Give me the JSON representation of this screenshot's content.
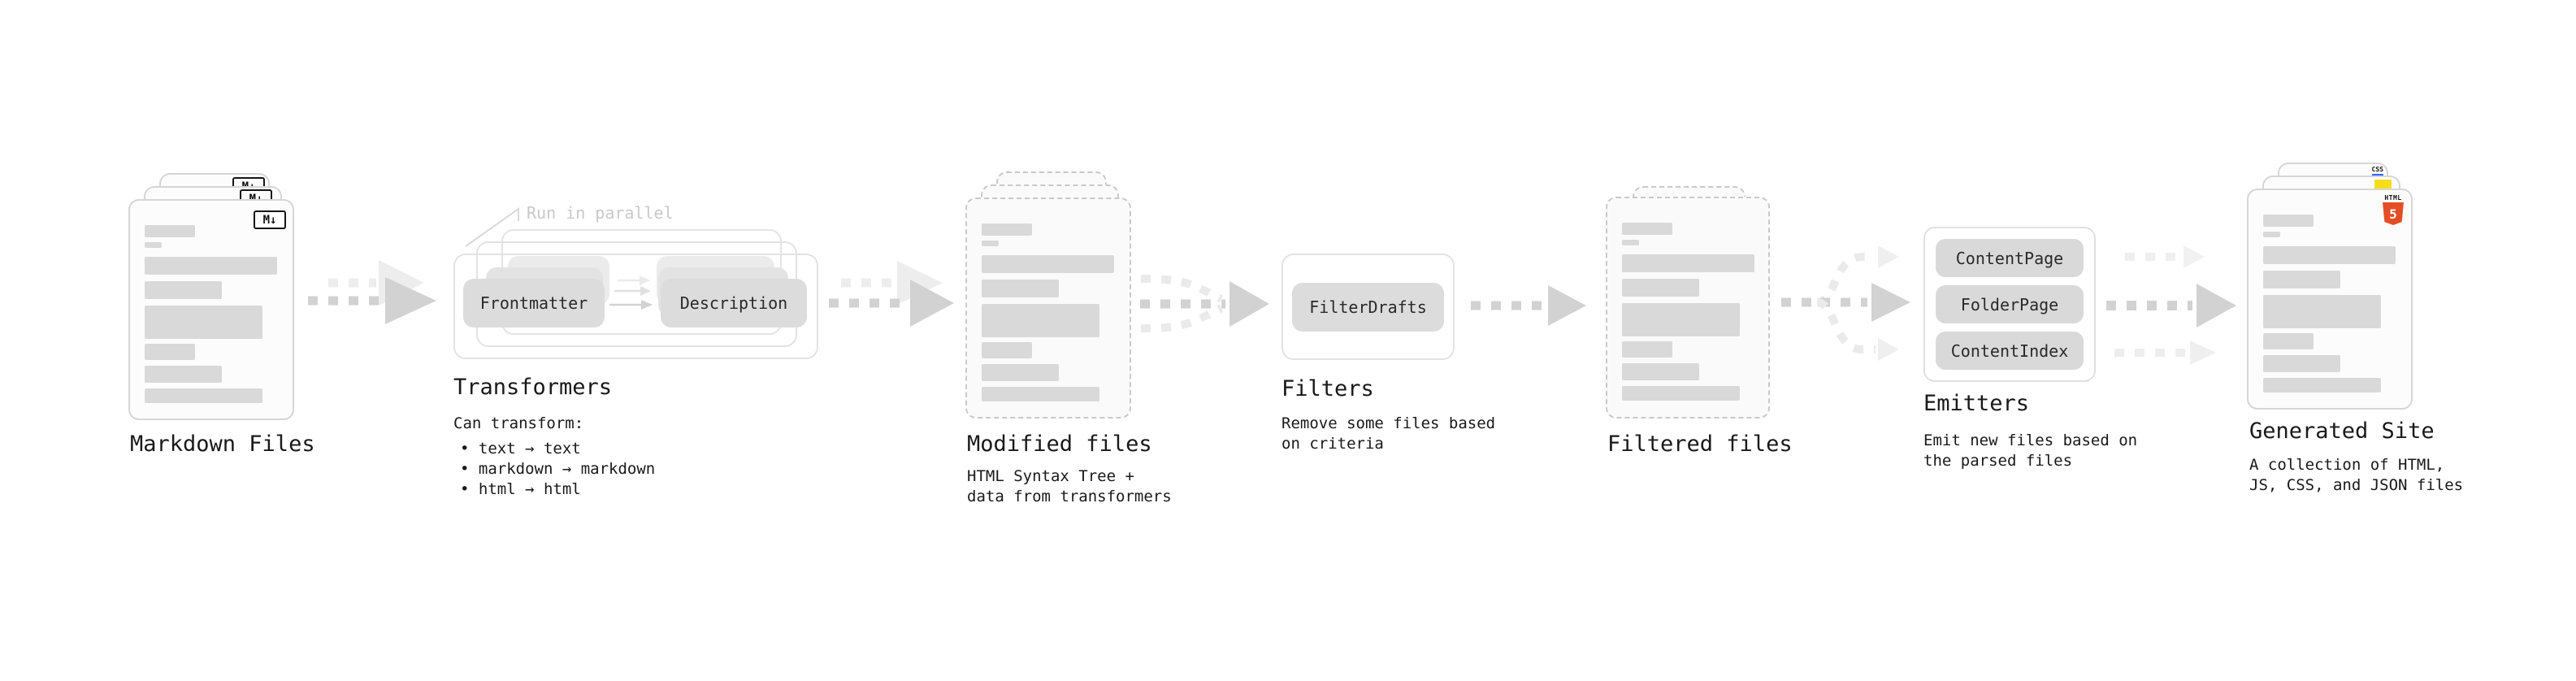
{
  "markdown_files": {
    "label": "Markdown Files",
    "badge": "M↓"
  },
  "transformers": {
    "title": "Transformers",
    "run_in_parallel": "Run in parallel",
    "source_pill": "Frontmatter",
    "target_pill": "Description",
    "notes": [
      "Can transform:",
      "• text → text",
      "• markdown → markdown",
      "• html → html"
    ]
  },
  "modified_files": {
    "title": "Modified files",
    "notes": [
      "HTML Syntax Tree +",
      "data from transformers"
    ]
  },
  "filters": {
    "title": "Filters",
    "pill": "FilterDrafts",
    "notes": [
      "Remove some files based",
      "on criteria"
    ]
  },
  "filtered_files": {
    "label": "Filtered files"
  },
  "emitters": {
    "title": "Emitters",
    "pills": [
      "ContentPage",
      "FolderPage",
      "ContentIndex"
    ],
    "notes": [
      "Emit new files based on",
      "the parsed files"
    ]
  },
  "generated_site": {
    "title": "Generated Site",
    "notes": [
      "A collection of HTML,",
      "JS, CSS, and JSON files"
    ],
    "badges": {
      "html_label": "HTML",
      "html_number": "5",
      "css_label": "CSS"
    }
  },
  "colors": {
    "html5_orange": "#e44d26",
    "js_yellow": "#f5de19",
    "css_blue": "#2962ff",
    "placeholder_bar_gray": "#d9d9d9",
    "arrow_gray": "#d2d2d2",
    "arrow_light_gray": "#ededed"
  }
}
